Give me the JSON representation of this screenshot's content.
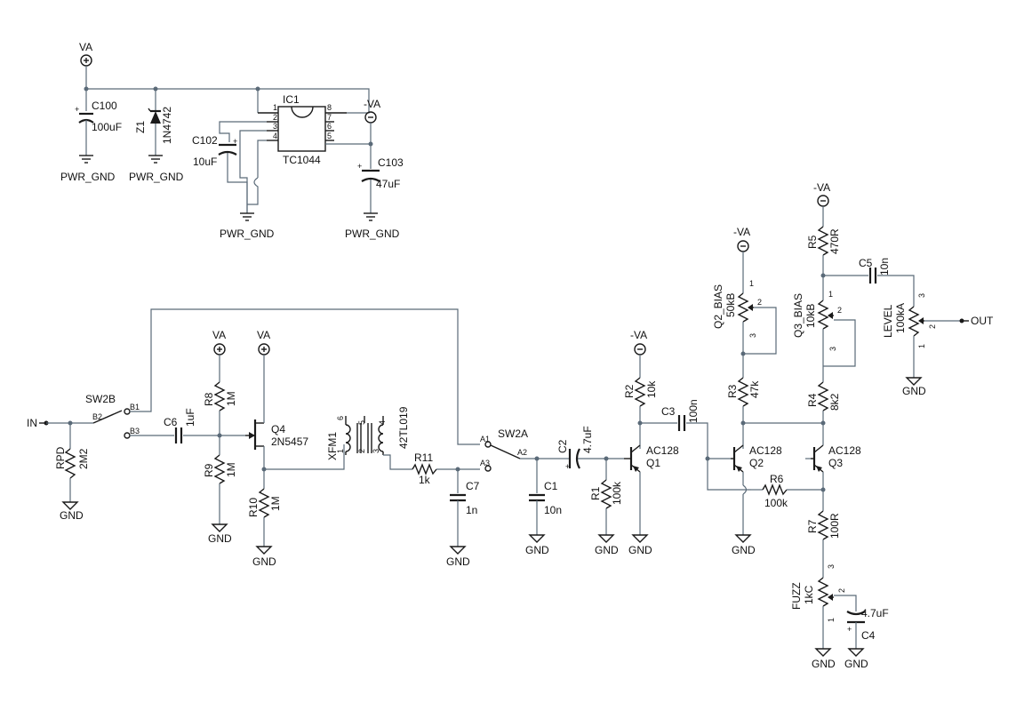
{
  "colors": {
    "wire": "#5a6a78",
    "component": "#1a1a1a",
    "background": "#ffffff"
  },
  "supply": {
    "va": "VA",
    "neg_va": "-VA",
    "gnd": "GND",
    "pwr_gnd": "PWR_GND",
    "c100": "C100",
    "c100_val": "100uF",
    "z1": "Z1",
    "z1_val": "1N4742",
    "ic1": "IC1",
    "ic1_val": "TC1044",
    "ic_pins": [
      "1",
      "2",
      "3",
      "4",
      "5",
      "6",
      "7",
      "8"
    ],
    "c102": "C102",
    "c102_val": "10uF",
    "c103": "C103",
    "c103_val": "47uF"
  },
  "input": {
    "in": "IN",
    "sw2b": "SW2B",
    "b1": "B1",
    "b2": "B2",
    "b3": "B3",
    "rpd": "RPD",
    "rpd_val": "2M2",
    "c6": "C6",
    "c6_val": "1uF",
    "r8": "R8",
    "r8_val": "1M",
    "r9": "R9",
    "r9_val": "1M",
    "q4": "Q4",
    "q4_val": "2N5457",
    "r10": "R10",
    "r10_val": "1M",
    "xfm1": "XFM1",
    "xfm1_val": "42TL019",
    "xfm_pins": [
      "1",
      "2",
      "3",
      "4",
      "5",
      "6"
    ],
    "r11": "R11",
    "r11_val": "1k",
    "c7": "C7",
    "c7_val": "1n",
    "sw2a": "SW2A",
    "a1": "A1",
    "a2": "A2",
    "a3": "A3"
  },
  "fuzz": {
    "c2": "C2",
    "c2_val": "4.7uF",
    "c1": "C1",
    "c1_val": "10n",
    "r1": "R1",
    "r1_val": "100k",
    "r2": "R2",
    "r2_val": "10k",
    "q1": "Q1",
    "q1_val": "AC128",
    "c3": "C3",
    "c3_val": "100n",
    "q2": "Q2",
    "q2_val": "AC128",
    "q2_bias": "Q2_BIAS",
    "q2_bias_val": "50kB",
    "r3": "R3",
    "r3_val": "47k",
    "q3": "Q3",
    "q3_val": "AC128",
    "q3_bias": "Q3_BIAS",
    "q3_bias_val": "10kB",
    "r4": "R4",
    "r4_val": "8k2",
    "r5": "R5",
    "r5_val": "470R",
    "r6": "R6",
    "r6_val": "100k",
    "r7": "R7",
    "r7_val": "100R",
    "c5": "C5",
    "c5_val": "10n",
    "level": "LEVEL",
    "level_val": "100kA",
    "out": "OUT",
    "fuzz_pot": "FUZZ",
    "fuzz_val": "1kC",
    "c4": "C4",
    "c4_val": "4.7uF",
    "pot_pins": [
      "1",
      "2",
      "3"
    ]
  }
}
